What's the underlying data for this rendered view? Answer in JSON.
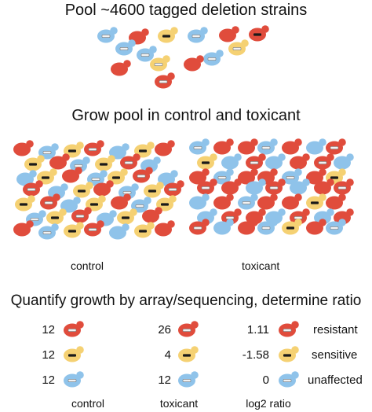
{
  "titles": {
    "pool": "Pool ~4600 tagged deletion strains",
    "grow": "Grow pool in control and toxicant",
    "quantify": "Quantify growth by array/sequencing, determine ratio"
  },
  "condition_labels": {
    "control": "control",
    "toxicant": "toxicant"
  },
  "colors": {
    "resistant": "#e04c3c",
    "sensitive": "#f5d173",
    "unaffected": "#8fc3ea",
    "bar": "#1a1a1a"
  },
  "table": {
    "rows": [
      {
        "category": "resistant",
        "control": "12",
        "toxicant": "26",
        "log2": "1.11",
        "color_key": "resistant",
        "mark": "bar-light"
      },
      {
        "category": "sensitive",
        "control": "12",
        "toxicant": "4",
        "log2": "-1.58",
        "color_key": "sensitive",
        "mark": "bar-dark"
      },
      {
        "category": "unaffected",
        "control": "12",
        "toxicant": "12",
        "log2": "0",
        "color_key": "unaffected",
        "mark": "bar-light"
      }
    ],
    "column_labels": {
      "control": "control",
      "toxicant": "toxicant",
      "log2": "log2 ratio"
    }
  }
}
